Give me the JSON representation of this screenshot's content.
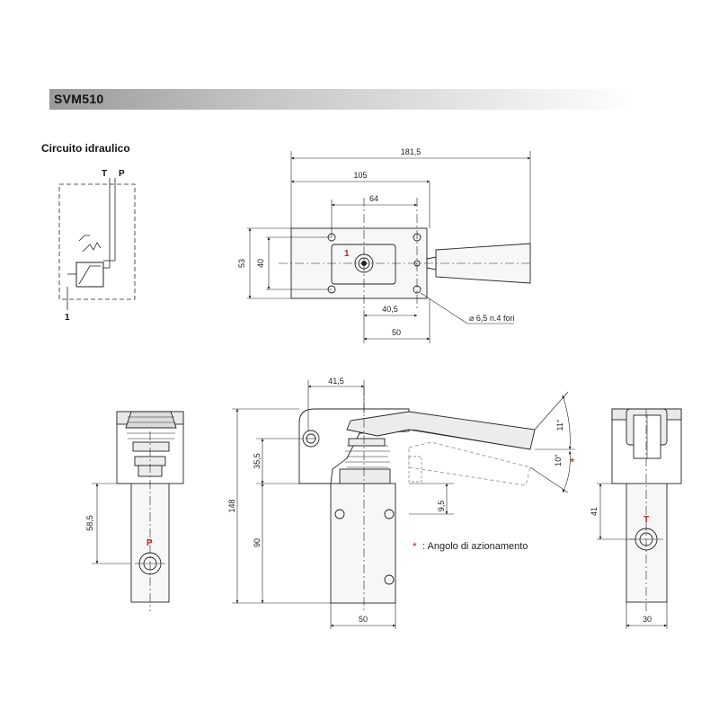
{
  "header": {
    "title": "SVM510"
  },
  "circuit": {
    "title": "Circuito idraulico",
    "port_t": "T",
    "port_p": "P",
    "port_1": "1"
  },
  "top_view": {
    "dim_overall": "181,5",
    "dim_105": "105",
    "dim_64": "64",
    "dim_53": "53",
    "dim_40": "40",
    "dim_40_5": "40,5",
    "dim_50": "50",
    "holes_note": "⌀ 6,5 n.4 fori",
    "port_label": "1"
  },
  "left_view": {
    "dim_58_5": "58,5",
    "port_label": "P"
  },
  "front_view": {
    "dim_41_5": "41,5",
    "dim_35_5": "35,5",
    "dim_148": "148",
    "dim_90": "90",
    "dim_9_5": "9,5",
    "dim_50": "50",
    "angle_11": "11°",
    "angle_10": "10°",
    "asterisk": "*",
    "note": ": Angolo di azionamento"
  },
  "right_view": {
    "dim_41": "41",
    "dim_30": "30",
    "port_label": "T"
  },
  "colors": {
    "accent_red": "#b3232a",
    "line": "#222222",
    "fill": "#f2f2f2"
  }
}
